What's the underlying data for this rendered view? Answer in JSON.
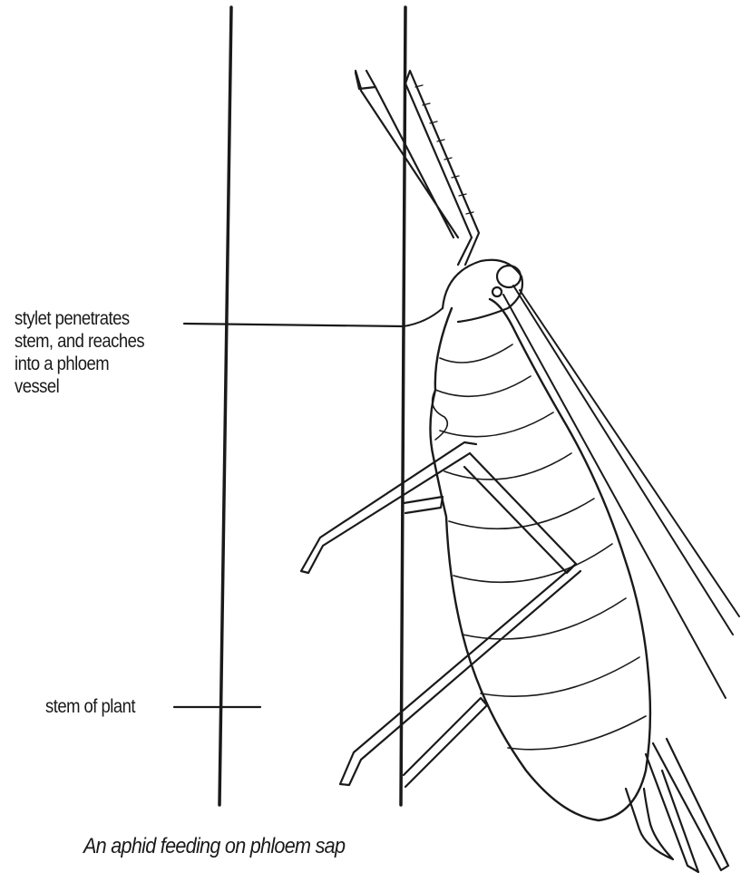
{
  "labels": {
    "stylet": "stylet penetrates\nstem, and reaches\ninto a phloem\nvessel",
    "stem": "stem of plant"
  },
  "caption": "An aphid feeding on phloem sap",
  "colors": {
    "ink": "#1a1a1a",
    "background": "#ffffff"
  }
}
